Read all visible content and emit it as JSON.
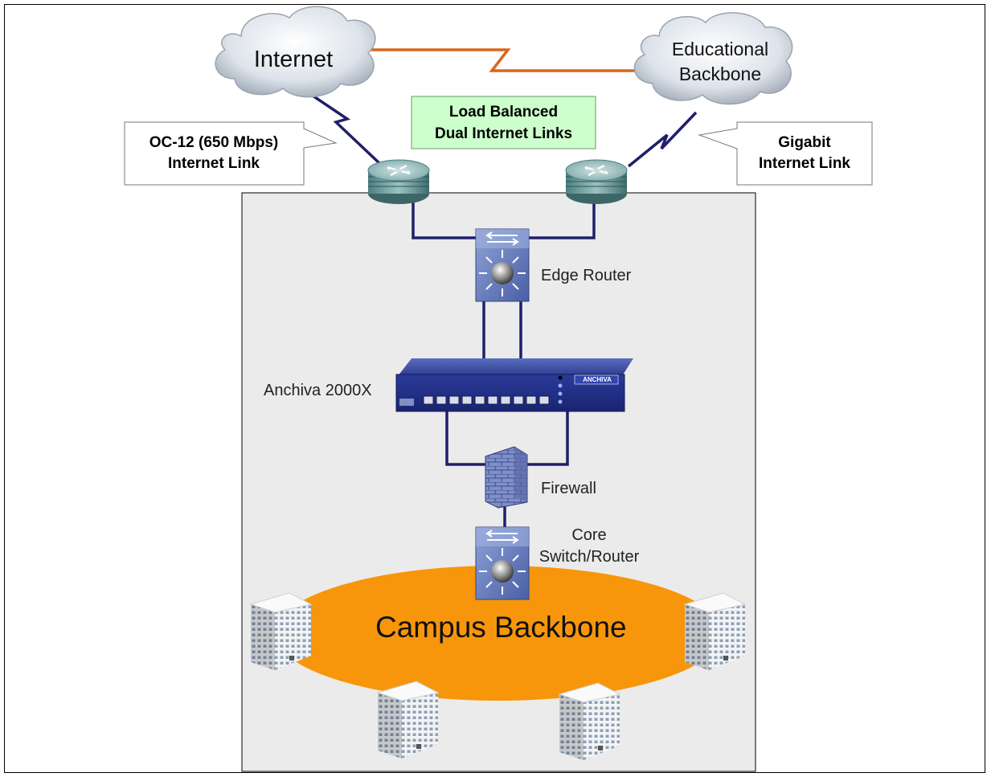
{
  "clouds": {
    "internet": "Internet",
    "edu_line1": "Educational",
    "edu_line2": "Backbone"
  },
  "callouts": {
    "oc12_line1": "OC-12 (650 Mbps)",
    "oc12_line2": "Internet Link",
    "gigabit_line1": "Gigabit",
    "gigabit_line2": "Internet Link"
  },
  "note": {
    "line1": "Load Balanced",
    "line2": "Dual Internet Links"
  },
  "devices": {
    "edge_router": "Edge Router",
    "anchiva": "Anchiva 2000X",
    "anchiva_brand": "ANCHIVA",
    "firewall": "Firewall",
    "core_line1": "Core",
    "core_line2": "Switch/Router"
  },
  "campus": {
    "label": "Campus Backbone"
  },
  "colors": {
    "panel": "#ebebeb",
    "orange_link": "#d9661c",
    "navy_link": "#1f1f6b",
    "campus": "#f7960a",
    "note_fill": "#ccffcc"
  }
}
